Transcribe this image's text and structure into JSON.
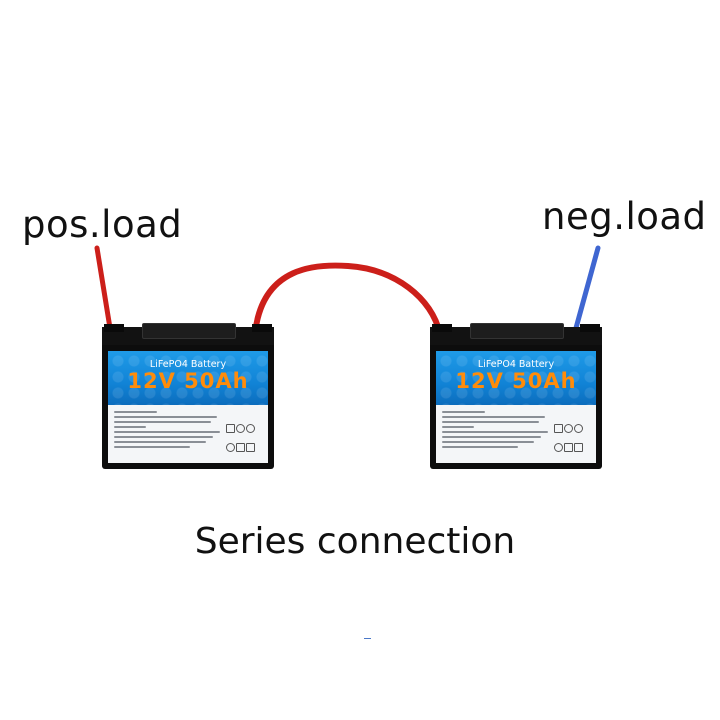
{
  "labels": {
    "positive": "pos.load",
    "negative": "neg.load",
    "caption": "Series connection"
  },
  "batteries": [
    {
      "brand": "LiFePO4 Battery",
      "rating": "12V 50Ah"
    },
    {
      "brand": "LiFePO4 Battery",
      "rating": "12V 50Ah"
    }
  ],
  "colors": {
    "positive_wire": "#cc1f1a",
    "negative_wire": "#3f66d1",
    "link_wire": "#cc1f1a",
    "battery_band": "#1183d6",
    "rating_text": "#ff8c0a"
  }
}
